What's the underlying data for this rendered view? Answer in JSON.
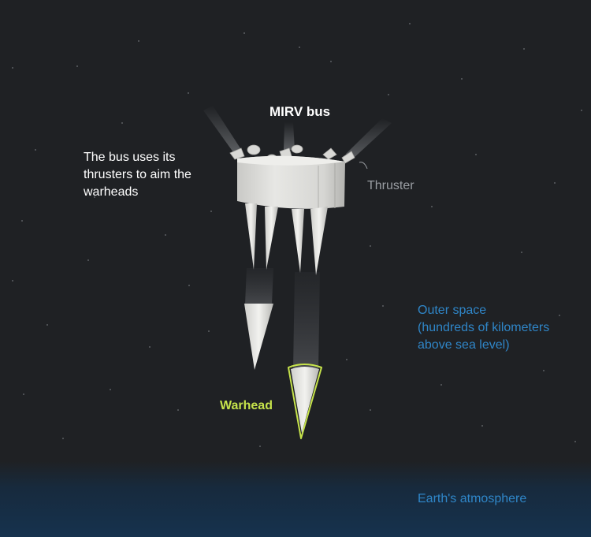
{
  "labels": {
    "mirv_bus": "MIRV bus",
    "bus_note": [
      "The bus uses its",
      "thrusters to aim the",
      "warheads"
    ],
    "thruster": "Thruster",
    "warhead": "Warhead",
    "outer_space": [
      "Outer space",
      "(hundreds of kilometers",
      "above sea level)"
    ],
    "atmosphere": "Earth's atmosphere"
  },
  "colors": {
    "background": "#1f2124",
    "atmosphere": "#17304a",
    "highlight": "#c6e34b",
    "space_text": "#2f86c8",
    "thruster_text": "#9a9ea3"
  },
  "icons": [
    "mirv-bus-icon",
    "warhead-icon",
    "thruster-icon"
  ]
}
